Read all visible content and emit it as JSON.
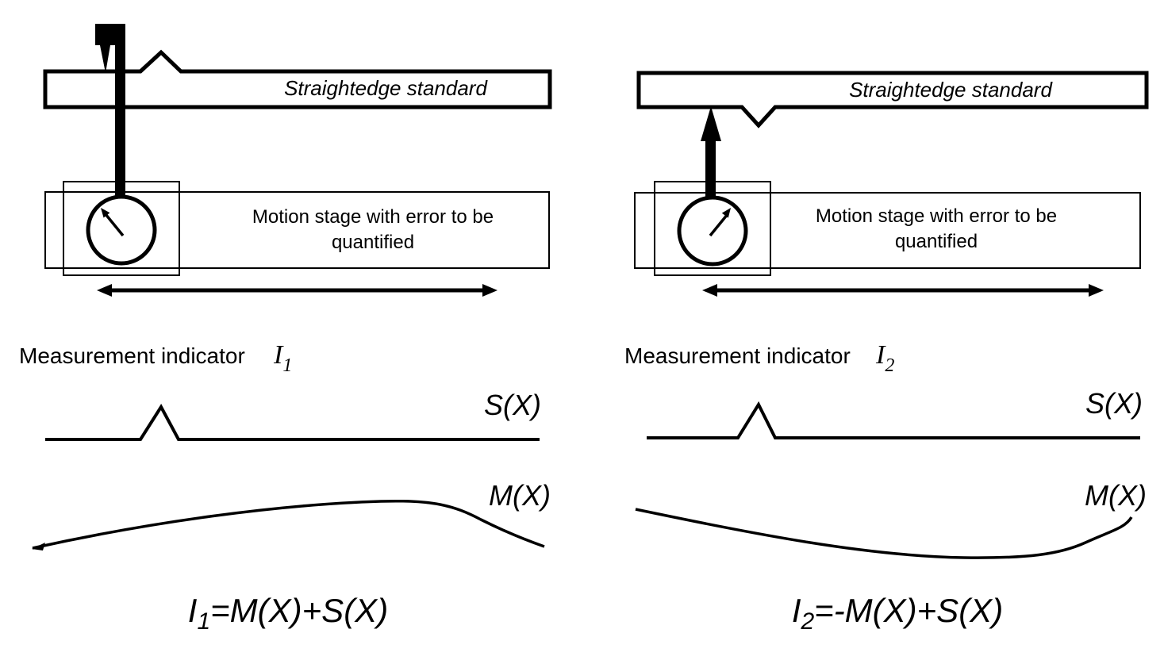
{
  "colors": {
    "ink": "#000000",
    "background": "#ffffff"
  },
  "panels": [
    {
      "id": "left",
      "straightedge_label": "Straightedge standard",
      "stage_label_line1": "Motion stage with error to be",
      "stage_label_line2": "quantified",
      "indicator_label": "Measurement indicator",
      "indicator_symbol": "I",
      "indicator_subscript": "1",
      "s_curve_label": "S(X)",
      "m_curve_label": "M(X)",
      "formula_symbol": "I",
      "formula_subscript": "1",
      "formula_rest": "=M(X)+S(X)"
    },
    {
      "id": "right",
      "straightedge_label": "Straightedge standard",
      "stage_label_line1": "Motion stage with error to be",
      "stage_label_line2": "quantified",
      "indicator_label": "Measurement indicator",
      "indicator_symbol": "I",
      "indicator_subscript": "2",
      "s_curve_label": "S(X)",
      "m_curve_label": "M(X)",
      "formula_symbol": "I",
      "formula_subscript": "2",
      "formula_rest": "=-M(X)+S(X)"
    }
  ]
}
